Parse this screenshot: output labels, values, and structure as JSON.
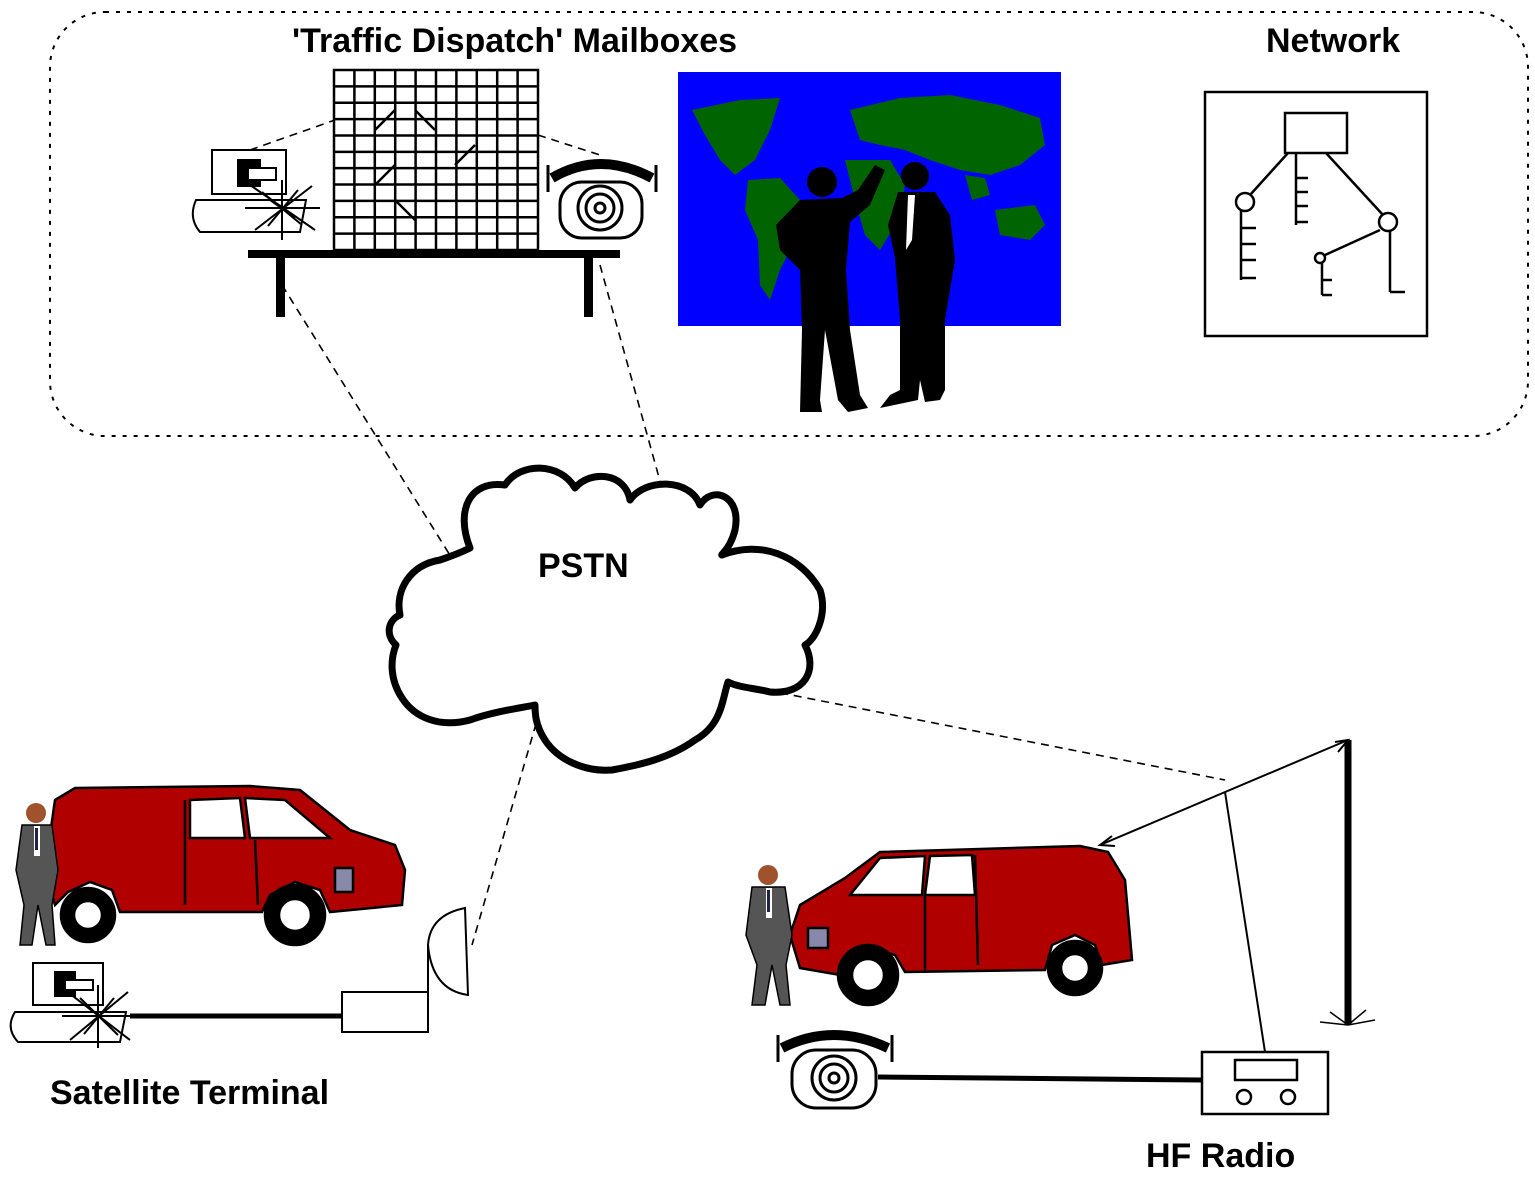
{
  "labels": {
    "mailboxes": "'Traffic Dispatch' Mailboxes",
    "network": "Network",
    "pstn": "PSTN",
    "satellite_terminal": "Satellite Terminal",
    "hf_radio": "HF Radio"
  },
  "colors": {
    "map_ocean": "#0000ff",
    "map_land": "#006400",
    "van_body": "#b00000",
    "ink": "#000000",
    "background": "#ffffff"
  },
  "icons": [
    "computer-icon",
    "mailbox-grid-icon",
    "telephone-icon",
    "world-map-icon",
    "people-silhouette-icon",
    "network-tree-icon",
    "cloud-icon",
    "van-icon",
    "person-icon",
    "satellite-dish-icon",
    "antenna-mast-icon",
    "radio-icon"
  ]
}
